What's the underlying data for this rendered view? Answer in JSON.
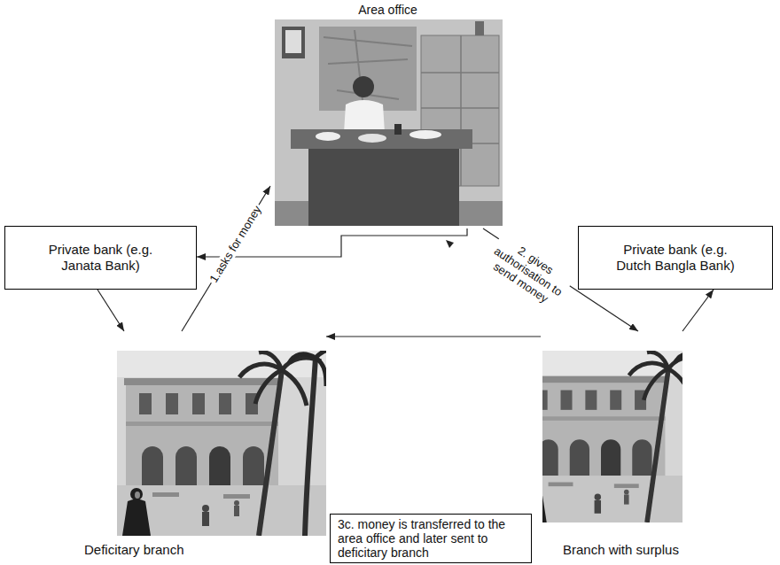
{
  "diagram": {
    "nodes": [
      {
        "text": [
          "Area office"
        ]
      },
      {
        "text": [
          "Private bank (e.g. Janata Bank)"
        ]
      },
      {
        "text": [
          "Private bank (e.g. Dutch Bangla Bank)"
        ]
      },
      {
        "text": [
          "Deficitary branch"
        ]
      },
      {
        "text": [
          "Branch with surplus"
        ]
      },
      {
        "text": [
          "3c. money is transferred to the area office and later sent to deficitary branch"
        ]
      }
    ],
    "edges": [
      {
        "from": 3,
        "to": 0,
        "arrow": "to",
        "label": "1.asks for money"
      },
      {
        "from": 0,
        "to": 4,
        "arrow": "to",
        "label": "2. gives authorisation to send money"
      },
      {
        "from": 0,
        "to": 1,
        "arrow": "to"
      },
      {
        "from": 1,
        "to": 3,
        "arrow": "to"
      },
      {
        "from": 4,
        "to": 2,
        "arrow": "to"
      },
      {
        "from": 4,
        "to": 3,
        "arrow": "to"
      }
    ]
  }
}
